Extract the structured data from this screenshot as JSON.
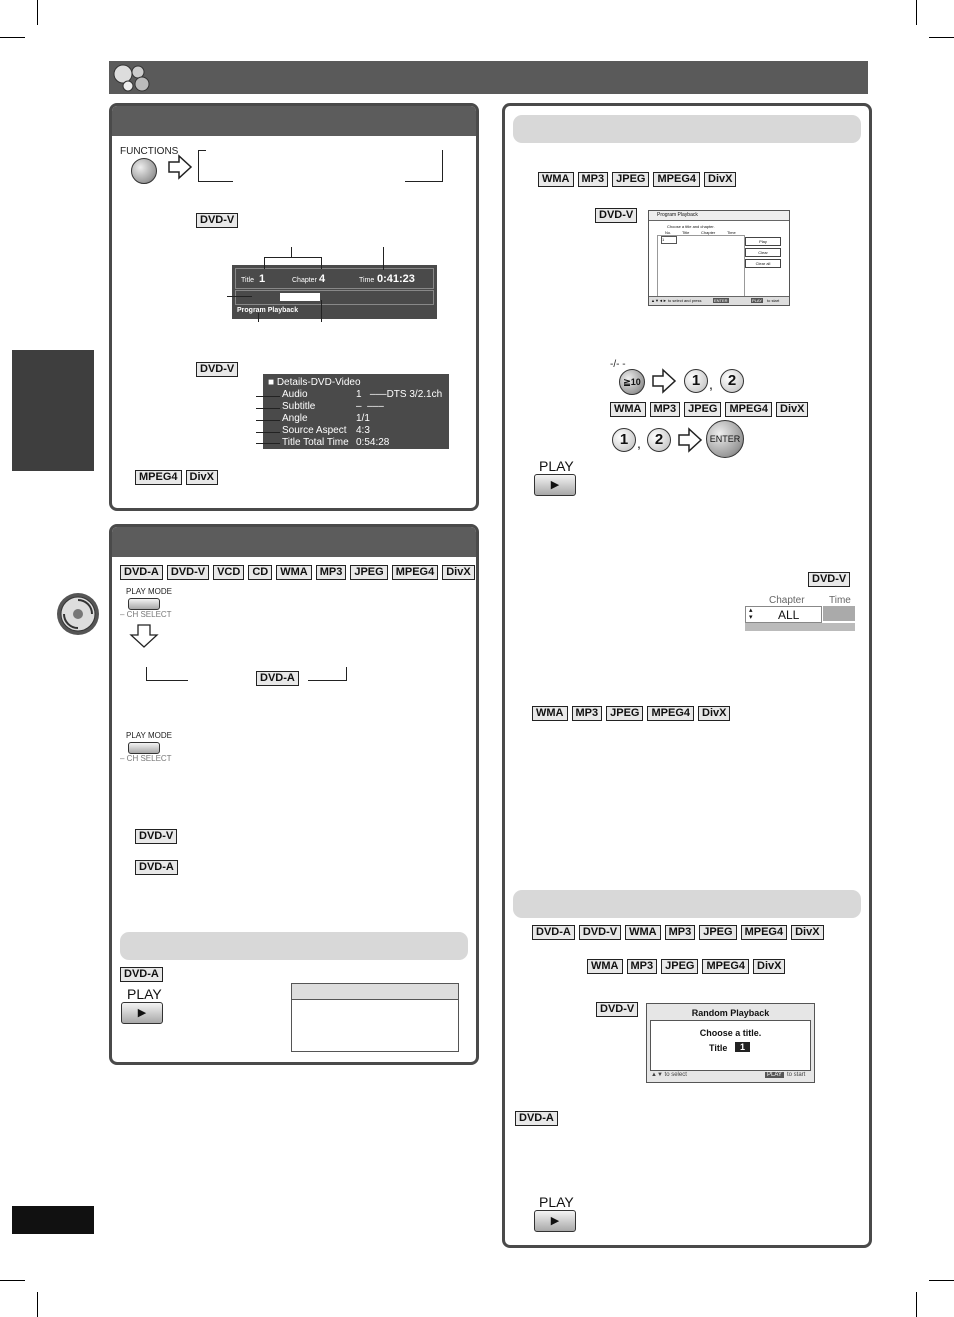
{
  "buttons": {
    "functions": "FUNCTIONS",
    "play_mode": "PLAY MODE",
    "ch_select": "– CH SELECT",
    "play": "PLAY",
    "enter": "ENTER",
    "plus10": "≧10",
    "tenkey": "-/- -"
  },
  "tags": {
    "functions_dvdv_1": "DVD-V",
    "functions_dvdv_2": "DVD-V",
    "functions_bottom": [
      "MPEG4",
      "DivX"
    ],
    "playmode_row": [
      "DVD-A",
      "DVD-V",
      "VCD",
      "CD",
      "WMA",
      "MP3",
      "JPEG",
      "MPEG4",
      "DivX"
    ],
    "playmode_loop": "DVD-A",
    "playmode_dvdv": "DVD-V",
    "playmode_dvda": "DVD-A",
    "allgroup_dvda": "DVD-A",
    "program_top": [
      "WMA",
      "MP3",
      "JPEG",
      "MPEG4",
      "DivX"
    ],
    "program_dvdv": "DVD-V",
    "program_mid": [
      "WMA",
      "MP3",
      "JPEG",
      "MPEG4",
      "DivX"
    ],
    "program_chapter_dvdv": "DVD-V",
    "program_bottom": [
      "WMA",
      "MP3",
      "JPEG",
      "MPEG4",
      "DivX"
    ],
    "random_top": [
      "DVD-A",
      "DVD-V",
      "WMA",
      "MP3",
      "JPEG",
      "MPEG4",
      "DivX"
    ],
    "random_mid": [
      "WMA",
      "MP3",
      "JPEG",
      "MPEG4",
      "DivX"
    ],
    "random_dvdv": "DVD-V",
    "random_dvda": "DVD-A"
  },
  "osd_status": {
    "title_label": "Title",
    "title_value": "1",
    "chapter_label": "Chapter",
    "chapter_value": "4",
    "time_label": "Time",
    "time_value": "0:41:23",
    "mode": "Program Playback"
  },
  "details": {
    "header": "■ Details-DVD-Video",
    "rows": [
      {
        "label": "Audio",
        "value": "1   –––DTS 3/2.1ch"
      },
      {
        "label": "Subtitle",
        "value": "–  –––"
      },
      {
        "label": "Angle",
        "value": "1/1"
      },
      {
        "label": "Source Aspect",
        "value": "4:3"
      },
      {
        "label": "Title Total Time",
        "value": "0:54:28"
      }
    ]
  },
  "program_screen": {
    "title": "Program Playback",
    "instruction": "Choose a title and chapter.",
    "columns": [
      "No.",
      "Title",
      "Chapter",
      "Time"
    ],
    "first_no": "1",
    "buttons": [
      "Play",
      "Clear",
      "Clear all"
    ],
    "footer_left": "▲▼◄► to select and press",
    "footer_enter": "ENTER",
    "footer_play": "PLAY",
    "footer_right": "to start"
  },
  "chapter_box": {
    "chapter_label": "Chapter",
    "time_label": "Time",
    "value": "ALL"
  },
  "random_screen": {
    "title": "Random Playback",
    "line1": "Choose a title.",
    "title_label": "Title",
    "title_value": "1",
    "footer_left": "▲▼ to select",
    "footer_play": "PLAY",
    "footer_right": "to start"
  },
  "separator": ","
}
